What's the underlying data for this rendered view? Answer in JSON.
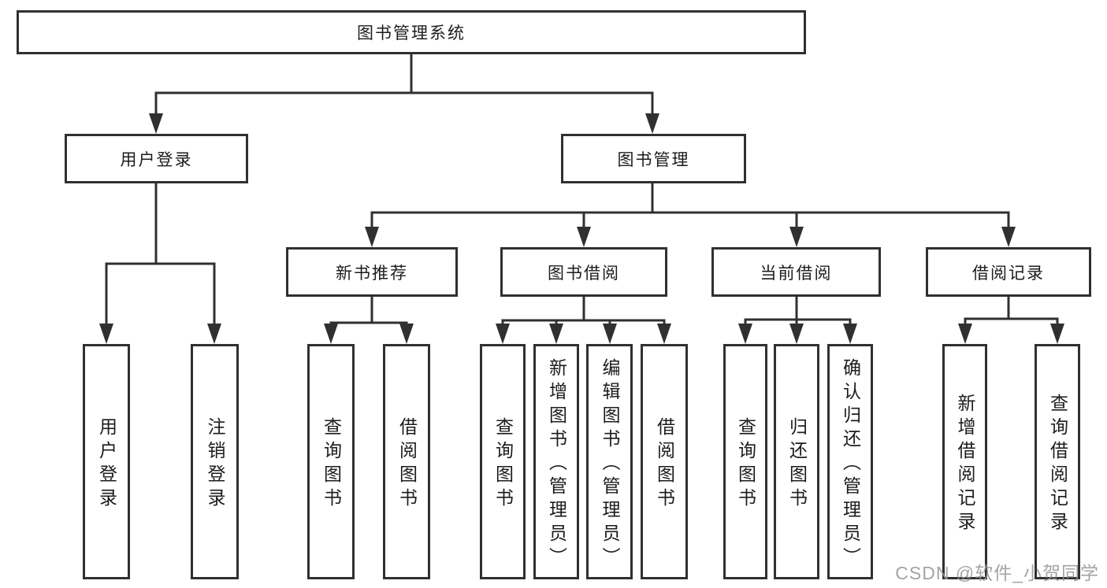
{
  "diagram": {
    "root": "图书管理系统",
    "branches": {
      "user_login": "用户登录",
      "book_management": "图书管理"
    },
    "modules": {
      "new_book_recommendation": "新书推荐",
      "book_borrowing": "图书借阅",
      "current_borrowing": "当前借阅",
      "borrowing_records": "借阅记录"
    },
    "leaves": {
      "user_login": "用户登录",
      "logout": "注销登录",
      "rec_query_books": "查询图书",
      "rec_borrow_books": "借阅图书",
      "borrow_query_books": "查询图书",
      "borrow_add_books": "新增图书（管理员）",
      "borrow_edit_books": "编辑图书（管理员）",
      "borrow_borrow_books": "借阅图书",
      "cur_query_books": "查询图书",
      "cur_return_books": "归还图书",
      "cur_confirm_return": "确认归还（管理员）",
      "rec_add_record": "新增借阅记录",
      "rec_query_record": "查询借阅记录"
    },
    "watermark": "CSDN @软件_小贺同学",
    "colors": {
      "line": "#303030",
      "box_border": "#303030",
      "text": "#1c1c1c",
      "watermark": "#949494",
      "background": "#ffffff"
    }
  }
}
